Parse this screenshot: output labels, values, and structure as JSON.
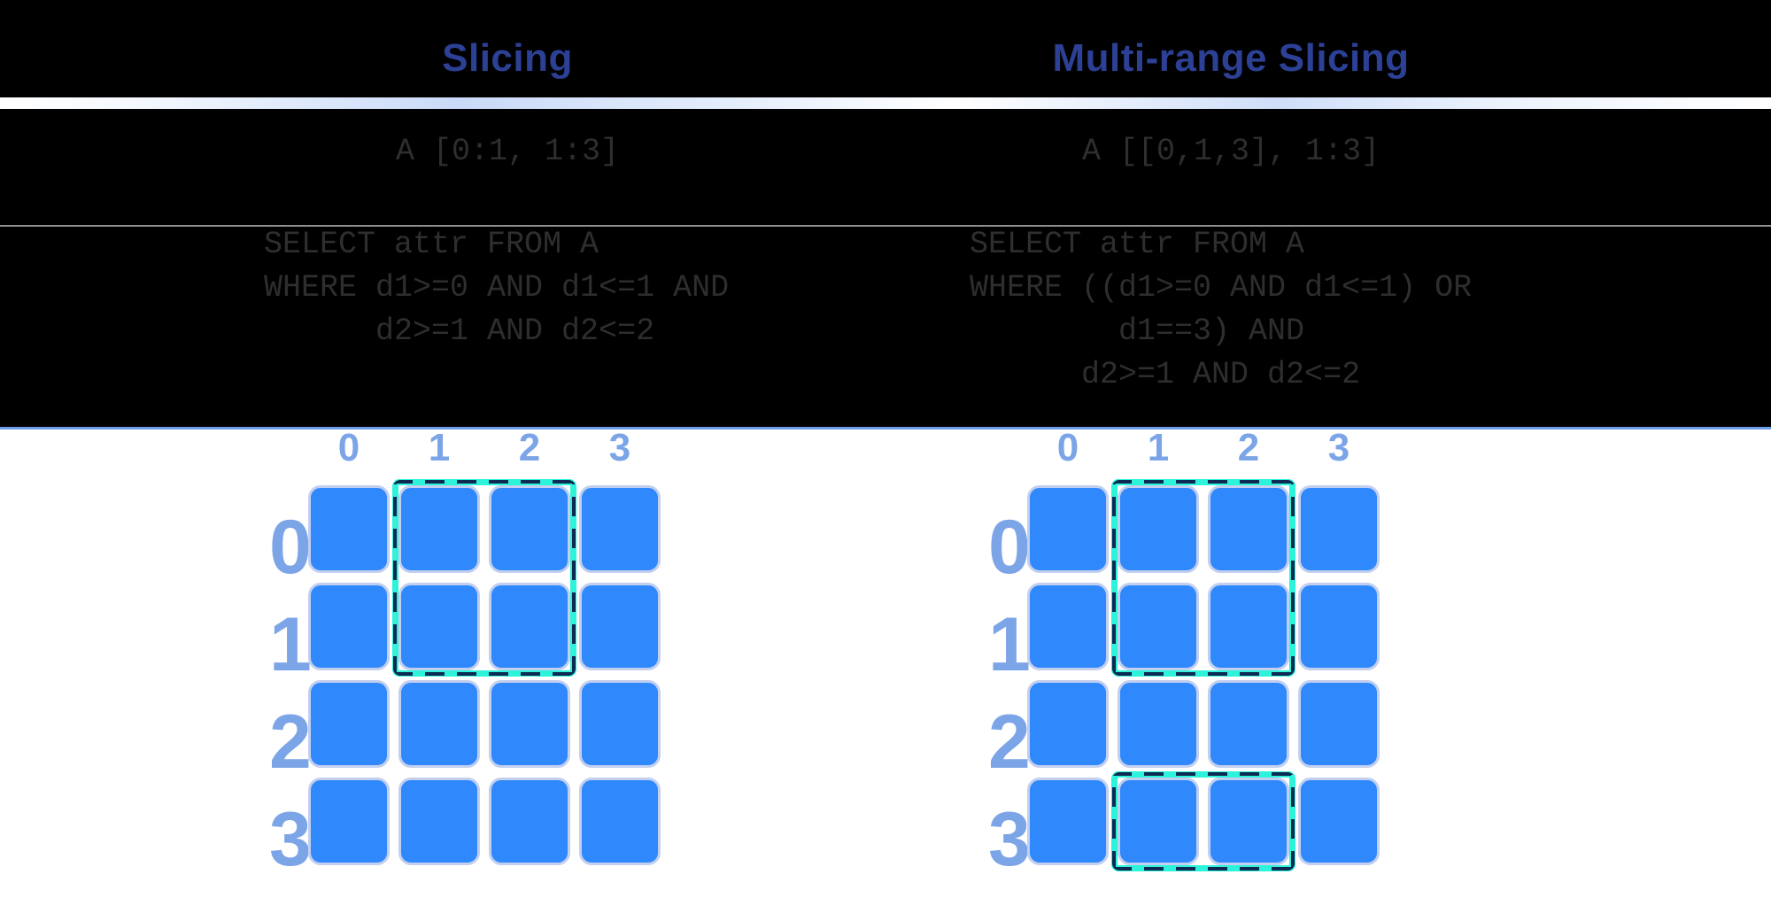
{
  "figure": {
    "left": {
      "title": "Slicing",
      "expr": "A [0:1, 1:3]",
      "sql": "SELECT attr FROM A\nWHERE d1>=0 AND d1<=1 AND\n      d2>=1 AND d2<=2"
    },
    "right": {
      "title": "Multi-range Slicing",
      "expr": "A [[0,1,3], 1:3]",
      "sql": "SELECT attr FROM A\nWHERE ((d1>=0 AND d1<=1) OR\n        d1==3) AND\n      d2>=1 AND d2<=2"
    }
  },
  "grids": [
    {
      "id": "slicing-grid",
      "column_labels": [
        "0",
        "1",
        "2",
        "3"
      ],
      "row_labels": [
        "0",
        "1",
        "2",
        "3"
      ],
      "selections": [
        {
          "rows": [
            0,
            1
          ],
          "cols": [
            1,
            2
          ]
        }
      ]
    },
    {
      "id": "multi-range-slicing-grid",
      "column_labels": [
        "0",
        "1",
        "2",
        "3"
      ],
      "row_labels": [
        "0",
        "1",
        "2",
        "3"
      ],
      "selections": [
        {
          "rows": [
            0,
            1
          ],
          "cols": [
            1,
            2
          ]
        },
        {
          "rows": [
            3,
            3
          ],
          "cols": [
            1,
            2
          ]
        }
      ]
    }
  ],
  "colors": {
    "panel_background": "#000000",
    "page_background": "#FFFFFF",
    "title_text": "#2C4095",
    "code_text": "#2E2E2E",
    "separator_line": "#8F8F8F",
    "axis_line": "#6F9CE8",
    "index_label": "#7CA5E8",
    "cell_fill": "#2F88FC",
    "cell_border": "#C2CFEF",
    "selection_outline": "#2DF3DA",
    "selection_dash": "#0C2A52",
    "divider_gradient_blue": "#C9DAF8"
  }
}
